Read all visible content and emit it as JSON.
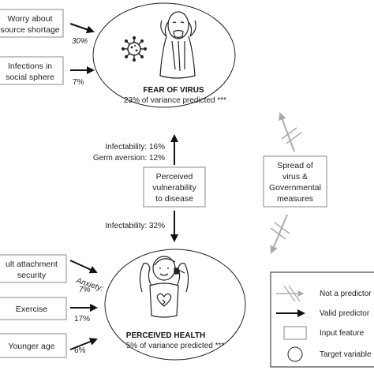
{
  "inputs_top": [
    {
      "line1": "Worry about",
      "line2": "source shortage",
      "pct": "30%"
    },
    {
      "line1": "Infections in",
      "line2": "social sphere",
      "pct": "7%"
    }
  ],
  "inputs_bottom": [
    {
      "line1": "ult attachment",
      "line2": "security",
      "pct": "Anxiety:",
      "pct2": "7%"
    },
    {
      "line1": "Exercise",
      "line2": "",
      "pct": "17%"
    },
    {
      "line1": "Younger age",
      "line2": "",
      "pct": "6%"
    }
  ],
  "fear_target": {
    "title": "FEAR OF VIRUS",
    "variance": "23% of variance predicted ***"
  },
  "health_target": {
    "title": "PERCEIVED HEALTH",
    "variance": "5% of variance predicted ***"
  },
  "middle": {
    "upper_label1": "Infectability: 16%",
    "upper_label2": "Germ aversion: 12%",
    "box_line1": "Perceived",
    "box_line2": "vulnerability",
    "box_line3": "to disease",
    "lower_label": "Infectability: 32%"
  },
  "spread_box": {
    "line1": "Spread of",
    "line2": "virus &",
    "line3": "Governmental",
    "line4": "measures"
  },
  "legend": {
    "not_predictor": "Not a predictor",
    "valid_predictor": "Valid predictor",
    "input_feature": "Input feature",
    "target_variable": "Target variable"
  },
  "colors": {
    "stroke": "#222222",
    "box_stroke": "#8a8a8a",
    "gray_arrow": "#aaaaaa"
  }
}
